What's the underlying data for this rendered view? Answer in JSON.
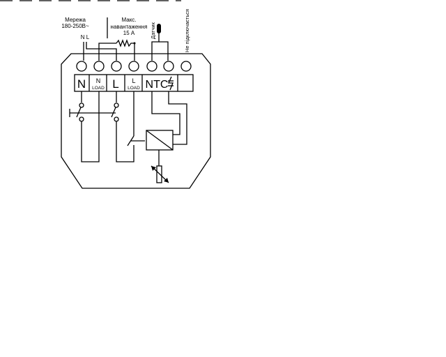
{
  "labels": {
    "mains_line1": "Мережа",
    "mains_line2": "180-250В~",
    "mains_terminals": "N L",
    "max_load_line1": "Макс.",
    "max_load_line2": "навантаження",
    "max_load_line3": "15 А",
    "sensor": "Датчик",
    "not_connected": "Не підключається"
  },
  "terminals": [
    {
      "main": "N",
      "sub": ""
    },
    {
      "main": "N",
      "sub": "LOAD"
    },
    {
      "main": "L",
      "sub": ""
    },
    {
      "main": "L",
      "sub": "LOAD"
    },
    {
      "main": "NTC",
      "sub": ""
    },
    {
      "main": "",
      "sub": ""
    }
  ]
}
